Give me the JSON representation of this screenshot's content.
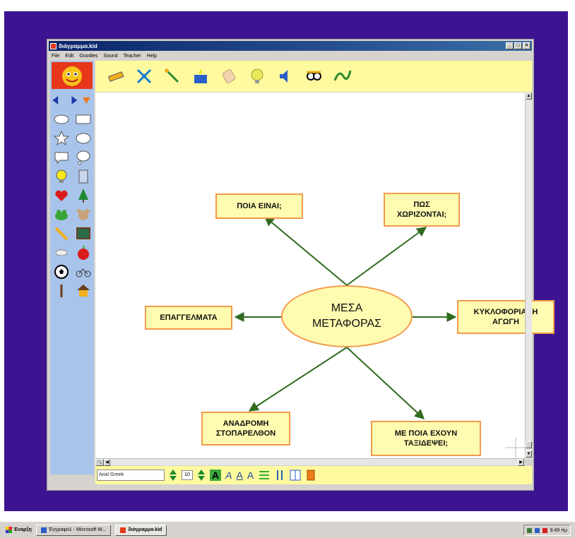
{
  "window": {
    "title": "διάγραμμα.kid",
    "controls": [
      "_",
      "□",
      "×"
    ]
  },
  "menu": {
    "items": [
      "File",
      "Edit",
      "Goodies",
      "Sound",
      "Teacher",
      "Help"
    ]
  },
  "toolbar": {
    "tools": [
      "pencil-icon",
      "network-icon",
      "magic-wand-icon",
      "goodies-box-icon",
      "eraser-icon",
      "bulb-icon",
      "speaker-icon",
      "teacher-icon",
      "jump-icon"
    ]
  },
  "diagram": {
    "center": {
      "line1": "ΜΕΣΑ",
      "line2": "ΜΕΤΑΦΟΡΑΣ"
    },
    "nodes": {
      "poia": "ΠΟΙΑ ΕΙΝΑΙ;",
      "pos_1": "ΠΩΣ",
      "pos_2": "ΧΩΡΙΖΟΝΤΑΙ;",
      "epaggelmata": "ΕΠΑΓΓΕΛΜΑΤΑ",
      "kykloforiaki_1": "ΚΥΚΛΟΦΟΡΙΑΚΗ",
      "kykloforiaki_2": "ΑΓΩΓΗ",
      "anadromi_1": "ΑΝΑΔΡΟΜΗ",
      "anadromi_2": "ΣΤΟΠΑΡΕΛΘΟΝ",
      "taxidepsei_1": "ΜΕ ΠΟΙΑ ΕΧΟΥΝ",
      "taxidepsei_2": "ΤΑΞΙΔΕΨΕΙ;"
    },
    "link_color": "#2e6b1e",
    "node_border_color": "#f29b4a",
    "node_fill_color": "#fffbb0"
  },
  "format": {
    "font": "Arial Greek",
    "size": "10",
    "buttons": [
      "A",
      "A",
      "A",
      "A"
    ]
  },
  "taskbar": {
    "start": "Έναρξη",
    "tasks": [
      {
        "label": "Έγγραφο1 - Microsoft W...",
        "active": false
      },
      {
        "label": "διάγραμμα.kid",
        "active": true
      }
    ],
    "clock": "9:49 πμ"
  },
  "colors": {
    "desktop": "#3c1491",
    "toolbar": "#fffa9e",
    "sidebar": "#a9c4ea"
  }
}
